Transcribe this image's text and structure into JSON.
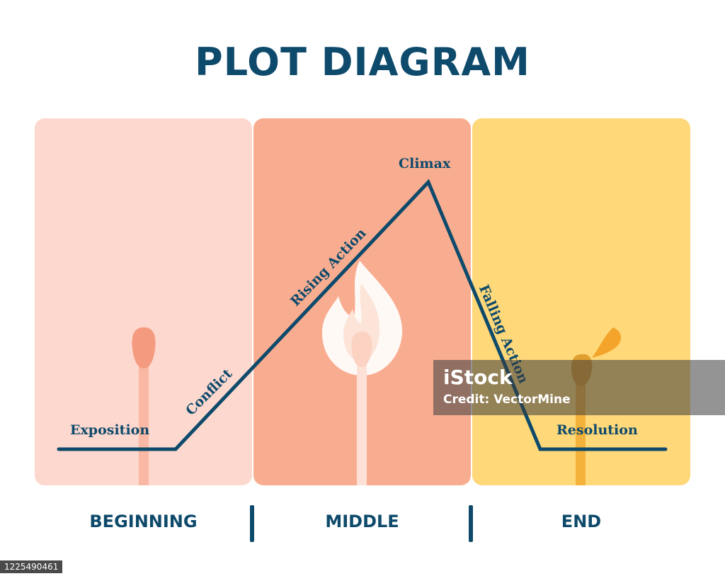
{
  "title": "PLOT DIAGRAM",
  "labels": {
    "exposition": "Exposition",
    "conflict": "Conflict",
    "rising_action": "Rising Action",
    "climax": "Climax",
    "falling_action": "Falling Action",
    "resolution": "Resolution"
  },
  "sections": {
    "beginning": "BEGINNING",
    "middle": "MIDDLE",
    "end": "END"
  },
  "watermark": {
    "logo": "iStock",
    "credit": "Credit: VectorMine"
  },
  "image_id": "1225490461",
  "colors": {
    "line": "#0e4a6b",
    "beginning_panel": "#fdd8ce",
    "middle_panel": "#f9ad90",
    "end_panel": "#fed879"
  }
}
